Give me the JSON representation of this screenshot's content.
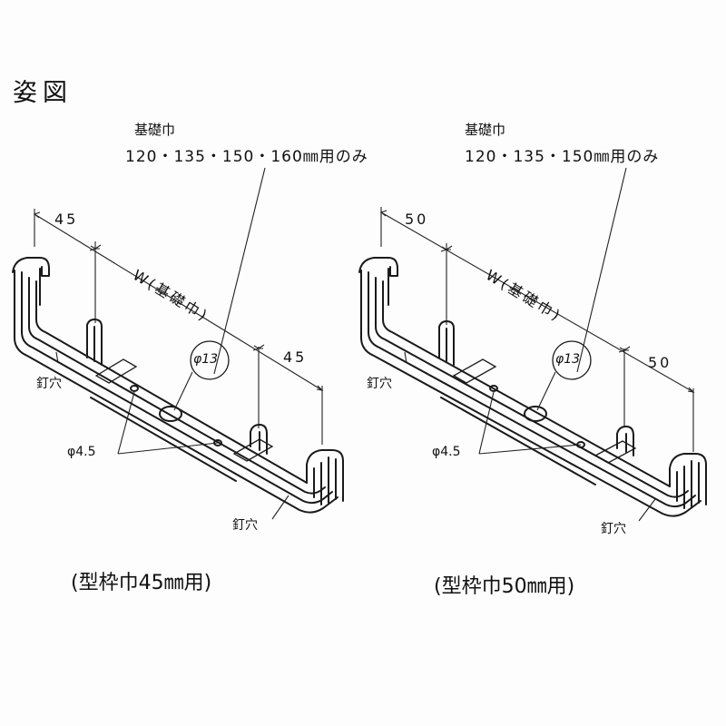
{
  "title": "姿図",
  "diagrams": [
    {
      "foundation_note_line1": "基礎巾",
      "foundation_note_line2": "120・135・150・160㎜用のみ",
      "dim_end": "45",
      "dim_middle": "W(基礎巾)",
      "dim_end_right": "45",
      "hole_large": "φ13",
      "hole_small": "φ4.5",
      "nail_hole_top": "釘穴",
      "nail_hole_bottom": "釘穴",
      "caption": "(型枠巾45㎜用)"
    },
    {
      "foundation_note_line1": "基礎巾",
      "foundation_note_line2": "120・135・150㎜用のみ",
      "dim_end": "50",
      "dim_middle": "W(基礎巾)",
      "dim_end_right": "50",
      "hole_large": "φ13",
      "hole_small": "φ4.5",
      "nail_hole_top": "釘穴",
      "nail_hole_bottom": "釘穴",
      "caption": "(型枠巾50㎜用)"
    }
  ]
}
